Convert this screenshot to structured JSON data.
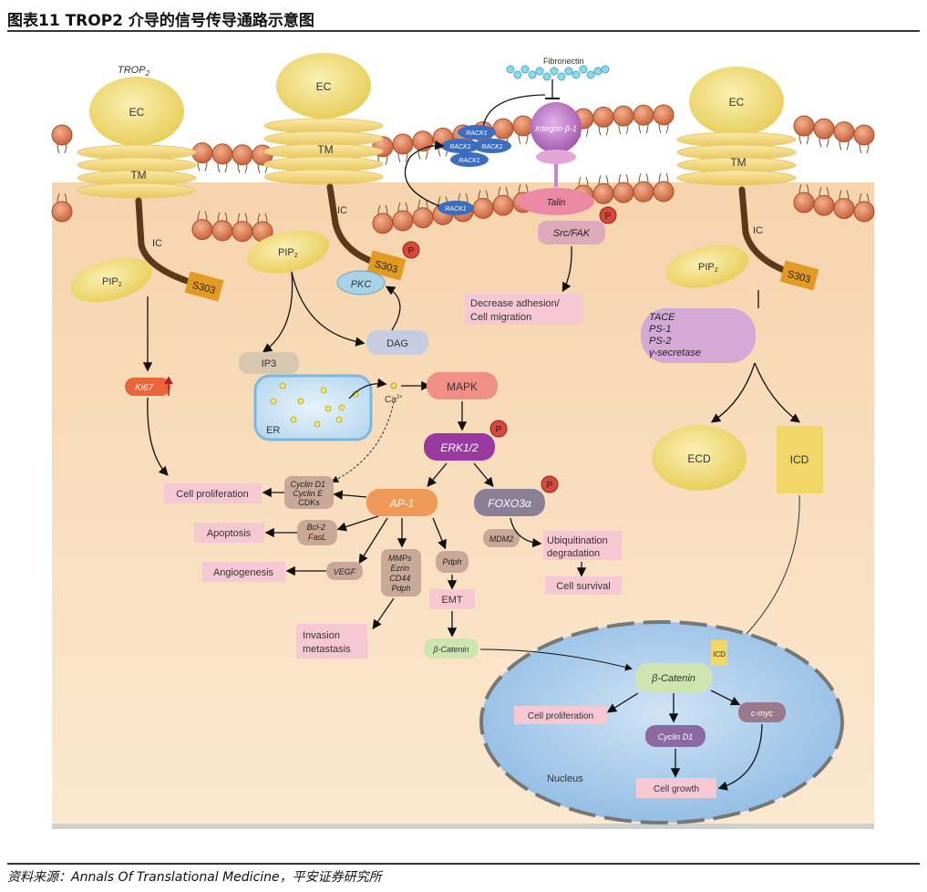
{
  "header": {
    "title": "图表11    TROP2 介导的信号传导通路示意图"
  },
  "footer": {
    "source": "资料来源：Annals Of Translational Medicine，平安证券研究所"
  },
  "diagram": {
    "trop2_label": "TROP",
    "trop2_sub": "2",
    "ec": "EC",
    "tm": "TM",
    "ic": "IC",
    "pip": "PIP",
    "pip_sub": "2",
    "s303": "S303",
    "p": "P",
    "pkc": "PKC",
    "dag": "DAG",
    "ip3": "IP3",
    "er": "ER",
    "ca": "Ca",
    "ca_sup": "2+",
    "mapk": "MAPK",
    "erk": "ERK1/2",
    "ap1": "AP-1",
    "foxo3a": "FOXO3α",
    "ki67": "Ki67",
    "fibronectin": "Fibronectin",
    "integrin": "Integrin β-1",
    "rack1": "RACK1",
    "talin": "Talin",
    "srcfak": "Src/FAK",
    "adhesion_1": "Decrease adhesion/",
    "adhesion_2": "Cell migration",
    "secretase_1": "TACE",
    "secretase_2": "PS-1",
    "secretase_3": "PS-2",
    "secretase_4": "γ-secretase",
    "ecd": "ECD",
    "icd": "ICD",
    "cyclins_1": "Cyclin D1",
    "cyclins_2": "Cyclin E",
    "cyclins_3": "CDKs",
    "cell_proliferation": "Cell proliferation",
    "bcl2": "Bcl-2",
    "fasl": "FasL",
    "apoptosis": "Apoptosis",
    "vegf": "VEGF",
    "angiogenesis": "Angiogenesis",
    "mmps_1": "MMPs",
    "mmps_2": "Ezrin",
    "mmps_3": "CD44",
    "mmps_4": "Pdph",
    "pdph": "Pdph",
    "emt": "EMT",
    "invasion_1": "Invasion",
    "invasion_2": "metastasis",
    "mdm2": "MDM2",
    "ubiq_1": "Ubiquitination",
    "ubiq_2": "degradation",
    "cell_survival": "Cell survival",
    "beta_catenin": "β-Catenin",
    "nucleus": "Nucleus",
    "cmyc": "c-myc",
    "cyclin_d1": "Cyclin D1",
    "cell_growth": "Cell growth"
  },
  "colors": {
    "cytoplasm": "#f8dcb7",
    "lipid": "#d97a52",
    "ec_yellow": "#efdb78",
    "s303_orange": "#e39a22",
    "p_red": "#d8483a",
    "pink_box": "#f5c8d4",
    "nucleus_blue": "#a9cbea",
    "ap1_orange": "#ef9a58",
    "erk_purple": "#9a3aa0"
  }
}
